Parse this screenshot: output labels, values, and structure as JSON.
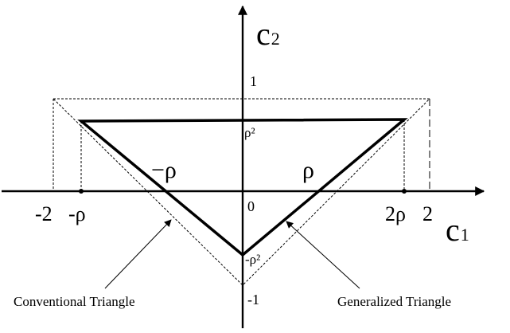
{
  "axes": {
    "horizontal_label": "c",
    "horizontal_subscript": "1",
    "vertical_label": "c",
    "vertical_subscript": "2"
  },
  "ticks": {
    "x_minus_2": "-2",
    "x_minus_rho": "-ρ",
    "x_two_rho": "2ρ",
    "x_2": "2",
    "y_1": "1",
    "y_minus_1": "-1",
    "origin": "0"
  },
  "point_labels": {
    "rho_squared": "ρ²",
    "minus_rho_squared": "-ρ²",
    "minus_rho_edge": "−ρ",
    "rho_edge": "ρ"
  },
  "callouts": {
    "conventional": "Conventional Triangle",
    "generalized": "Generalized Triangle"
  }
}
